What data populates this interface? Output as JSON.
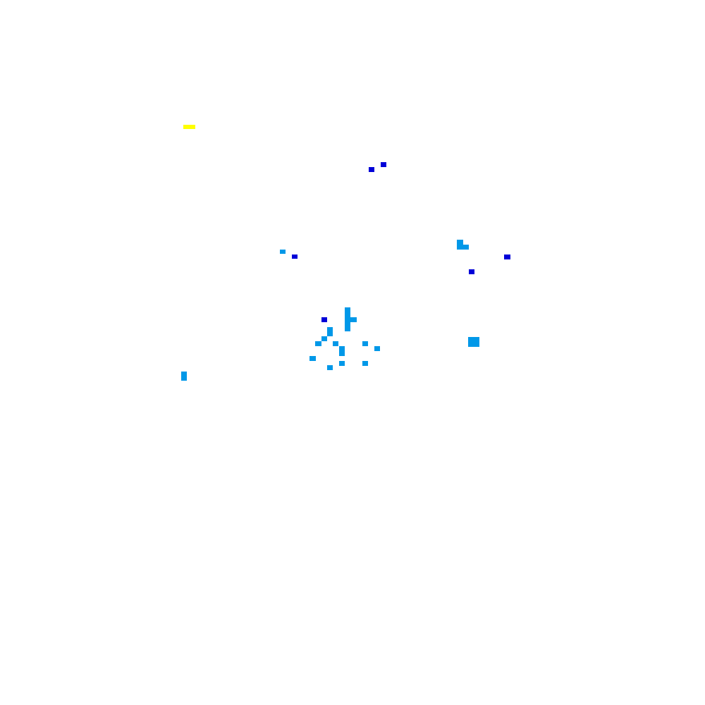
{
  "palette": {
    "background": "#ffffff",
    "yellow": "#ffff00",
    "dark_blue": "#0000d8",
    "light_blue": "#0098e8"
  },
  "cells": [
    {
      "id": "yellow-dash",
      "color": "yellow"
    },
    {
      "id": "dark-blue-1",
      "color": "dark_blue"
    },
    {
      "id": "dark-blue-2",
      "color": "dark_blue"
    },
    {
      "id": "light-blue-1",
      "color": "light_blue"
    },
    {
      "id": "dark-blue-3",
      "color": "dark_blue"
    },
    {
      "id": "light-blue-l-top",
      "color": "light_blue"
    },
    {
      "id": "light-blue-l-bottom",
      "color": "light_blue"
    },
    {
      "id": "dark-blue-4",
      "color": "dark_blue"
    },
    {
      "id": "dark-blue-5",
      "color": "dark_blue"
    },
    {
      "id": "light-blue-col-top",
      "color": "light_blue"
    },
    {
      "id": "light-blue-col-side",
      "color": "light_blue"
    },
    {
      "id": "light-blue-col-bottom",
      "color": "light_blue"
    },
    {
      "id": "dark-blue-6",
      "color": "dark_blue"
    },
    {
      "id": "light-blue-2",
      "color": "light_blue"
    },
    {
      "id": "light-blue-3",
      "color": "light_blue"
    },
    {
      "id": "light-blue-4",
      "color": "light_blue"
    },
    {
      "id": "light-blue-5",
      "color": "light_blue"
    },
    {
      "id": "light-blue-6",
      "color": "light_blue"
    },
    {
      "id": "light-blue-7",
      "color": "light_blue"
    },
    {
      "id": "light-blue-8",
      "color": "light_blue"
    },
    {
      "id": "light-blue-9",
      "color": "light_blue"
    },
    {
      "id": "light-blue-10",
      "color": "light_blue"
    },
    {
      "id": "light-blue-11",
      "color": "light_blue"
    },
    {
      "id": "light-blue-12",
      "color": "light_blue"
    },
    {
      "id": "light-blue-square",
      "color": "light_blue"
    },
    {
      "id": "light-blue-left-bar",
      "color": "light_blue"
    }
  ]
}
